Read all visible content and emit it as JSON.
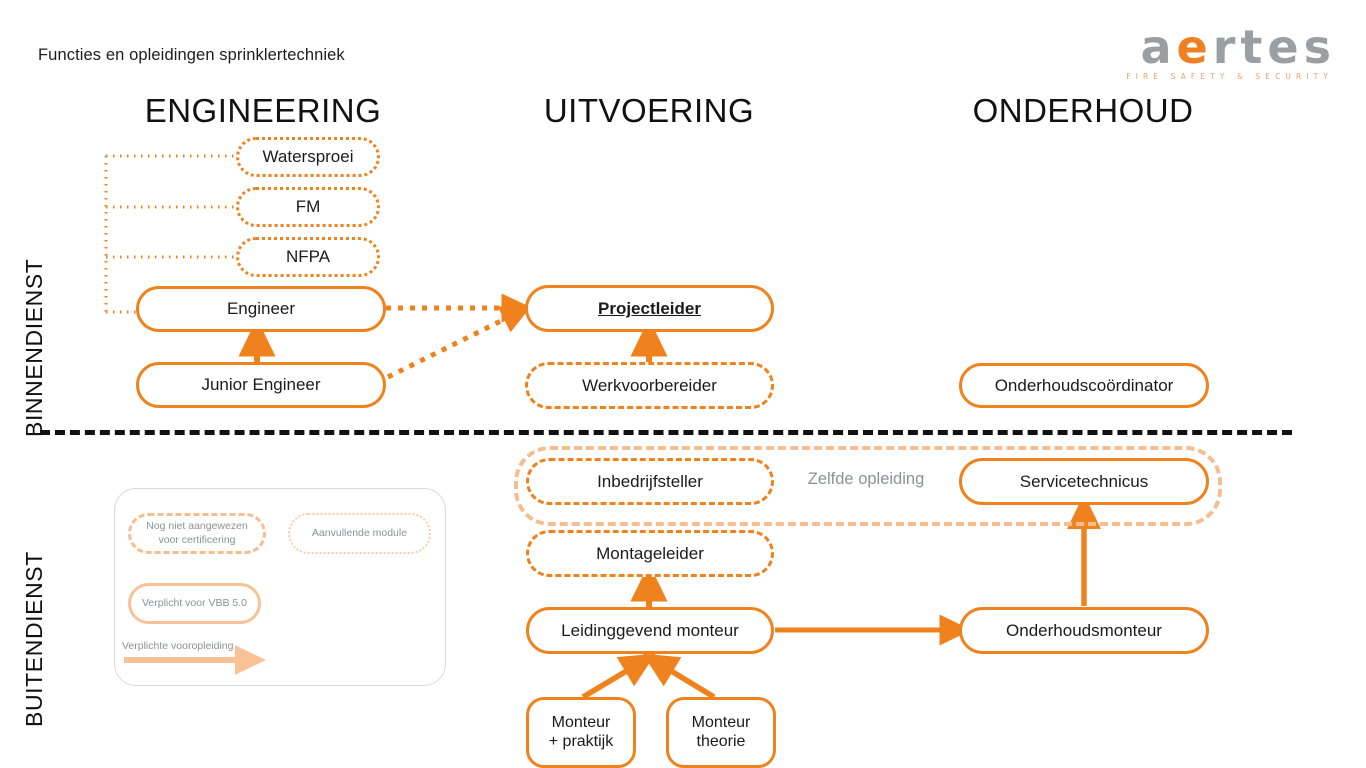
{
  "document": {
    "title": "Functies en opleidingen sprinklertechniek"
  },
  "brand": {
    "name_a": "a",
    "name_e": "e",
    "name_rest": "rtes",
    "tagline": "FIRE SAFETY & SECURITY",
    "gray": "#9a9fa4",
    "orange": "#ef8022",
    "tagline_color": "#f0a06a"
  },
  "colors": {
    "accent_orange": "#f0821e",
    "light_orange": "#f6bd8e",
    "pale_orange": "#f8cda8",
    "text_dark": "#1b1b1b",
    "muted_gray": "#8d9195",
    "divider_black": "#111111"
  },
  "columns": [
    {
      "key": "engineering",
      "label": "ENGINEERING"
    },
    {
      "key": "uitvoering",
      "label": "UITVOERING"
    },
    {
      "key": "onderhoud",
      "label": "ONDERHOUD"
    }
  ],
  "sections": [
    {
      "key": "binnendienst",
      "label": "BINNENDIENST"
    },
    {
      "key": "buitendienst",
      "label": "BUITENDIENST"
    }
  ],
  "nodes": {
    "watersproei": {
      "label": "Watersproei",
      "style": "dotted"
    },
    "fm": {
      "label": "FM",
      "style": "dotted"
    },
    "nfpa": {
      "label": "NFPA",
      "style": "dotted"
    },
    "engineer": {
      "label": "Engineer",
      "style": "solid"
    },
    "junior_engineer": {
      "label": "Junior Engineer",
      "style": "solid"
    },
    "projectleider": {
      "label": "Projectleider",
      "style": "solid-bold-underline"
    },
    "werkvoorbereider": {
      "label": "Werkvoorbereider",
      "style": "dashed"
    },
    "onderhoudscoordinator": {
      "label": "Onderhoudscoördinator",
      "style": "solid"
    },
    "inbedrijfsteller": {
      "label": "Inbedrijfsteller",
      "style": "dashed"
    },
    "servicetechnicus": {
      "label": "Servicetechnicus",
      "style": "solid"
    },
    "montageleider": {
      "label": "Montageleider",
      "style": "dashed"
    },
    "leidinggevend_monteur": {
      "label": "Leidinggevend monteur",
      "style": "solid"
    },
    "onderhoudsmonteur": {
      "label": "Onderhoudsmonteur",
      "style": "solid"
    },
    "monteur_praktijk": {
      "label": "Monteur\n+ praktijk",
      "style": "solid"
    },
    "monteur_theorie": {
      "label": "Monteur\ntheorie",
      "style": "solid"
    }
  },
  "annotations": {
    "same_training": "Zelfde opleiding"
  },
  "legend": {
    "items": [
      {
        "key": "not-certified",
        "label": "Nog niet aangewezen\nvoor certificering",
        "style": "dashed"
      },
      {
        "key": "extra-module",
        "label": "Aanvullende module",
        "style": "dotted"
      },
      {
        "key": "required-vbb",
        "label": "Verplicht voor VBB 5.0",
        "style": "solid"
      },
      {
        "key": "required-prereq",
        "label": "Verplichte vooropleiding",
        "style": "arrow"
      }
    ]
  },
  "relations": [
    {
      "from": "engineer",
      "to": "projectleider",
      "line": "dotted"
    },
    {
      "from": "junior_engineer",
      "to": "projectleider",
      "line": "dotted"
    },
    {
      "from": "junior_engineer",
      "to": "engineer",
      "line": "solid"
    },
    {
      "from": "werkvoorbereider",
      "to": "projectleider",
      "line": "solid"
    },
    {
      "from": "leidinggevend_monteur",
      "to": "montageleider",
      "line": "solid"
    },
    {
      "from": "leidinggevend_monteur",
      "to": "onderhoudsmonteur",
      "line": "solid"
    },
    {
      "from": "onderhoudsmonteur",
      "to": "servicetechnicus",
      "line": "solid"
    },
    {
      "from": "monteur_praktijk",
      "to": "leidinggevend_monteur",
      "line": "solid"
    },
    {
      "from": "monteur_theorie",
      "to": "leidinggevend_monteur",
      "line": "solid"
    },
    {
      "from": "bracket",
      "to": "engineer",
      "line": "dotted"
    }
  ]
}
